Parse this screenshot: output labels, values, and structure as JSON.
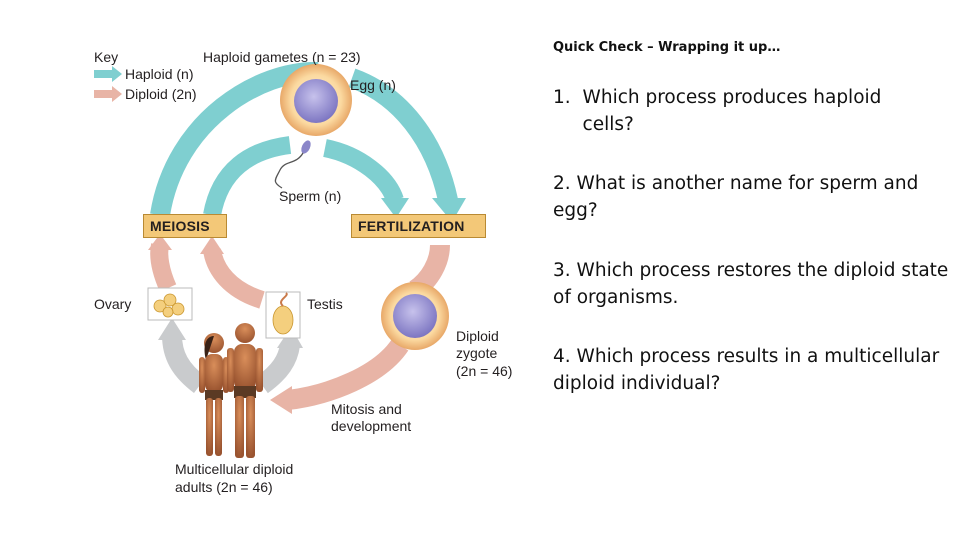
{
  "diagram": {
    "key_label": "Key",
    "key_haploid": "Haploid (n)",
    "key_diploid": "Diploid (2n)",
    "gametes_label": "Haploid gametes (n = 23)",
    "egg_label": "Egg (n)",
    "sperm_label": "Sperm (n)",
    "meiosis_label": "MEIOSIS",
    "fertilization_label": "FERTILIZATION",
    "ovary_label": "Ovary",
    "testis_label": "Testis",
    "zygote_line1": "Diploid",
    "zygote_line2": "zygote",
    "zygote_line3": "(2n = 46)",
    "mitosis_line1": "Mitosis and",
    "mitosis_line2": "development",
    "adults_line1": "Multicellular diploid",
    "adults_line2": "adults (2n = 46)",
    "colors": {
      "haploid_arrow": "#7fcfd0",
      "diploid_arrow": "#e8b4a6",
      "gray_arrow": "#c9cbcd",
      "box": "#f3c878"
    }
  },
  "quiz": {
    "title": "Quick Check – Wrapping it up…",
    "questions": [
      {
        "num": "1.",
        "text": "Which process produces haploid cells?"
      },
      {
        "num": "2.",
        "text": "What is another name for sperm and egg?"
      },
      {
        "num": "3.",
        "text": "Which process restores the diploid state of organisms."
      },
      {
        "num": "4.",
        "text": "Which process results in a multicellular diploid individual?"
      }
    ]
  }
}
